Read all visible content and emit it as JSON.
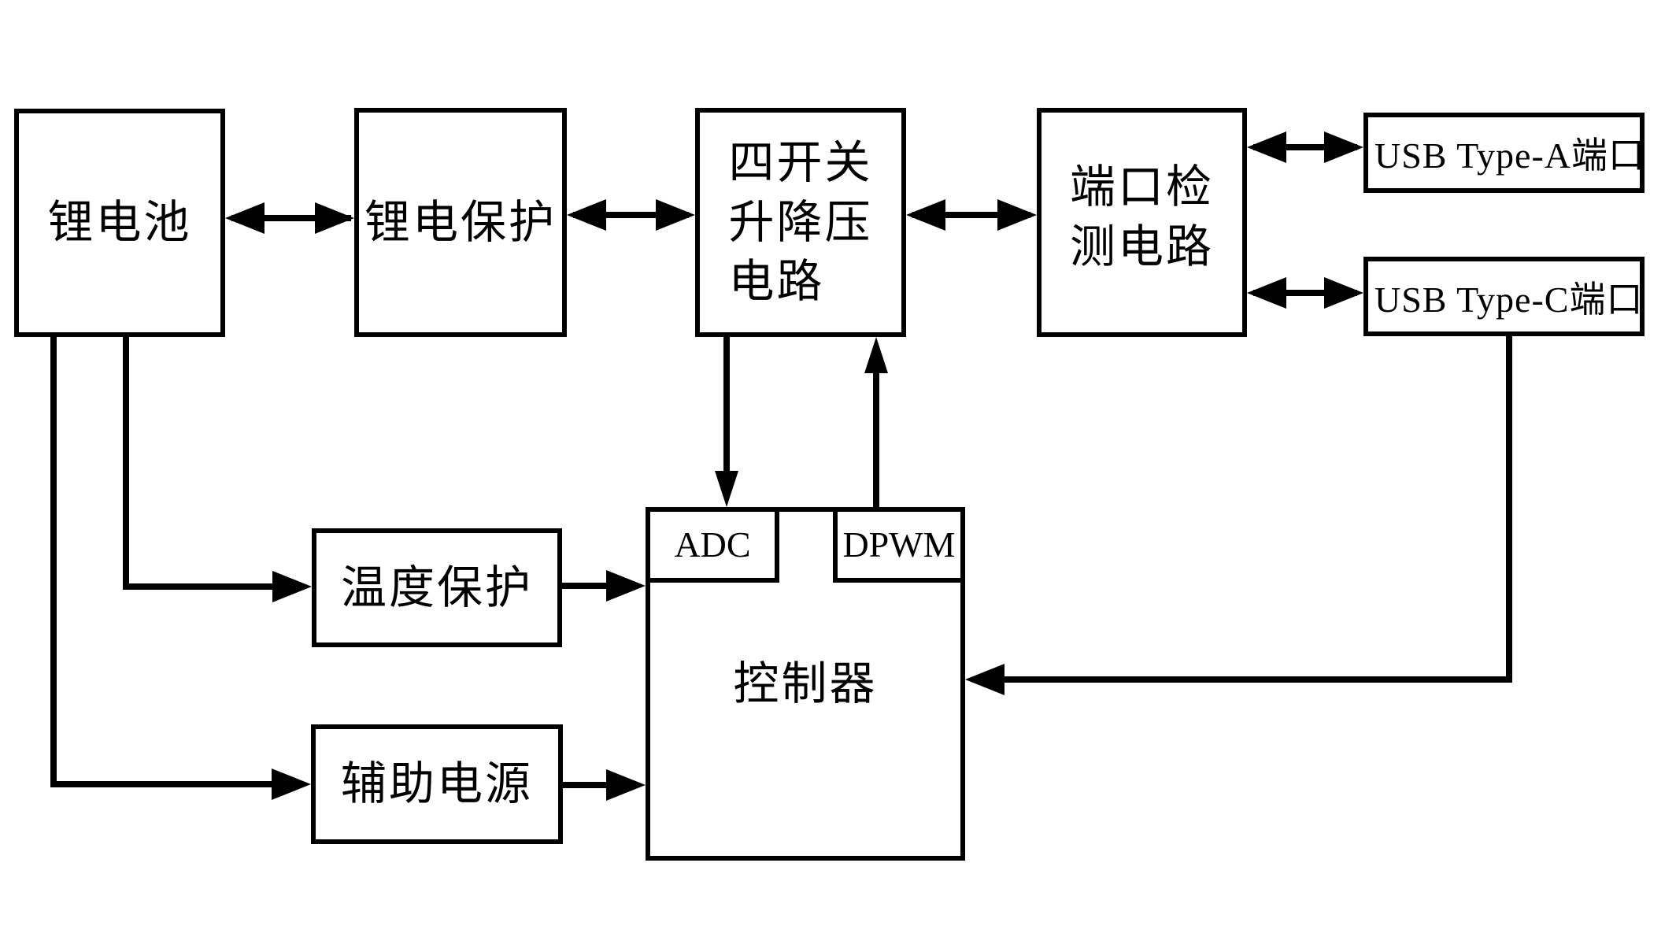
{
  "diagram": {
    "description": "Block diagram of a lithium-battery mobile power system",
    "colors": {
      "line": "#000000",
      "background": "#ffffff"
    },
    "nodes": {
      "battery": {
        "label": "锂电池"
      },
      "battery_protection": {
        "label": "锂电保护"
      },
      "buck_boost": {
        "line1": "四开关",
        "line2": "升降压",
        "line3": "电路"
      },
      "port_detection": {
        "line1": "端口检",
        "line2": "测电路"
      },
      "usb_a": {
        "label": "USB Type-A端口"
      },
      "usb_c": {
        "label": "USB Type-C端口"
      },
      "temp_protection": {
        "label": "温度保护"
      },
      "aux_power": {
        "label": "辅助电源"
      },
      "controller": {
        "label": "控制器"
      },
      "adc": {
        "label": "ADC"
      },
      "dpwm": {
        "label": "DPWM"
      }
    },
    "connections": [
      {
        "from": "锂电池",
        "to": "锂电保护",
        "type": "bidirectional"
      },
      {
        "from": "锂电保护",
        "to": "四开关升降压电路",
        "type": "bidirectional"
      },
      {
        "from": "四开关升降压电路",
        "to": "端口检测电路",
        "type": "bidirectional"
      },
      {
        "from": "端口检测电路",
        "to": "USB Type-A端口",
        "type": "bidirectional"
      },
      {
        "from": "端口检测电路",
        "to": "USB Type-C端口",
        "type": "bidirectional"
      },
      {
        "from": "四开关升降压电路",
        "to": "ADC",
        "type": "directed"
      },
      {
        "from": "DPWM",
        "to": "四开关升降压电路",
        "type": "directed"
      },
      {
        "from": "锂电池",
        "to": "温度保护",
        "type": "directed"
      },
      {
        "from": "锂电池",
        "to": "辅助电源",
        "type": "directed"
      },
      {
        "from": "温度保护",
        "to": "控制器",
        "type": "directed"
      },
      {
        "from": "辅助电源",
        "to": "控制器",
        "type": "directed"
      },
      {
        "from": "USB Type-C端口",
        "to": "控制器",
        "type": "directed"
      }
    ]
  }
}
